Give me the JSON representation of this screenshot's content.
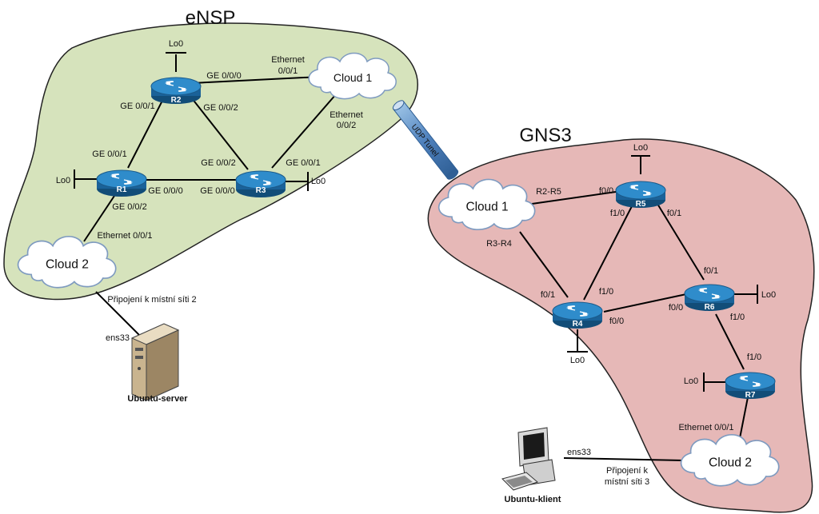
{
  "regions": {
    "ensp": {
      "title": "eNSP",
      "color": "#d6e3bc"
    },
    "gns3": {
      "title": "GNS3",
      "color": "#e6b8b7"
    }
  },
  "tunnel": {
    "label": "UDP Tunel",
    "color": "#4f81bd"
  },
  "routers": {
    "r1": "R1",
    "r2": "R2",
    "r3": "R3",
    "r4": "R4",
    "r5": "R5",
    "r6": "R6",
    "r7": "R7"
  },
  "clouds": {
    "ensp_cloud1": "Cloud 1",
    "ensp_cloud2": "Cloud 2",
    "gns3_cloud1": "Cloud 1",
    "gns3_cloud2": "Cloud 2"
  },
  "loopback": "Lo0",
  "interfaces": {
    "r2_ge000": "GE 0/0/0",
    "r2_ge001": "GE 0/0/1",
    "r2_ge002": "GE 0/0/2",
    "c1_eth001_l1": "Ethernet",
    "c1_eth001_l2": "0/0/1",
    "c1_eth002_l1": "Ethernet",
    "c1_eth002_l2": "0/0/2",
    "r1_ge001": "GE 0/0/1",
    "r1_ge000": "GE 0/0/0",
    "r1_ge002": "GE 0/0/2",
    "r3_ge002": "GE 0/0/2",
    "r3_ge001": "GE 0/0/1",
    "r3_ge000": "GE 0/0/0",
    "c2_eth001": "Ethernet 0/0/1",
    "r2r5": "R2-R5",
    "r3r4": "R3-R4",
    "r5_f00": "f0/0",
    "r5_f10": "f1/0",
    "r5_f01": "f0/1",
    "r4_f01": "f0/1",
    "r4_f10": "f1/0",
    "r4_f00": "f0/0",
    "r6_f01": "f0/1",
    "r6_f00": "f0/0",
    "r6_f10": "f1/0",
    "r7_f10": "f1/0",
    "g2_eth001": "Ethernet 0/0/1"
  },
  "connections": {
    "server_link": "Připojení k místní síti 2",
    "client_link_l1": "Připojení k",
    "client_link_l2": "místní síti 3",
    "server_nic": "ens33",
    "client_nic": "ens33"
  },
  "hosts": {
    "server": "Ubuntu-server",
    "client": "Ubuntu-klient"
  },
  "icons": {
    "router": "router-icon",
    "cloud": "cloud-icon",
    "server": "server-icon",
    "workstation": "workstation-icon"
  },
  "colors": {
    "router_fill": "#1f6fa8",
    "router_top": "#2d86c4"
  }
}
